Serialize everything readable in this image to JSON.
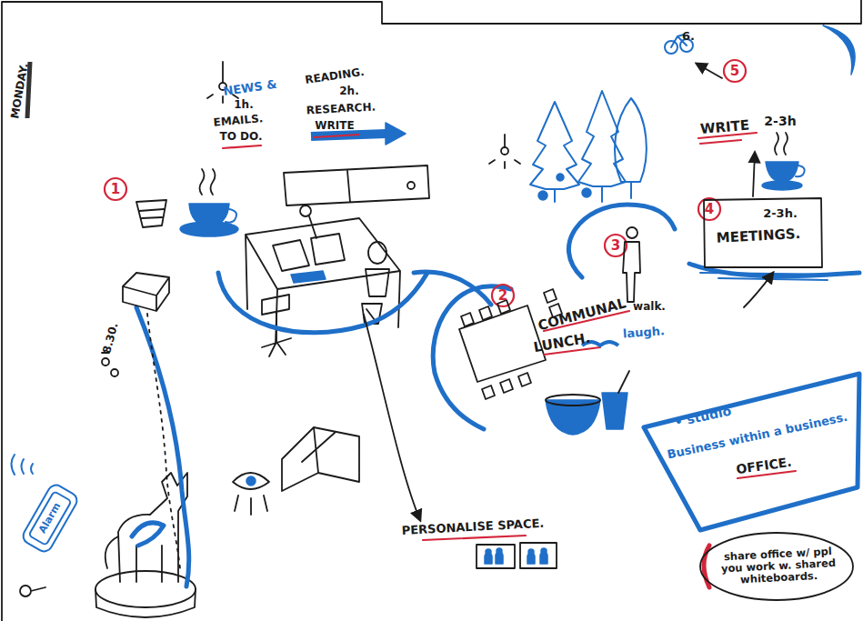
{
  "diagram": {
    "nodes": [
      {
        "text": [
          "MEETINGS.",
          "2-3h."
        ]
      },
      {
        "text": [
          "• studio",
          "Business within a business.",
          "OFFICE."
        ]
      },
      {
        "text": [
          "share office w/ ppl you work w. shared whiteboards."
        ]
      }
    ],
    "labels": [
      "MONDAY.",
      "8.30.",
      "Alarm",
      "1",
      "NEWS &",
      "1h.",
      "EMAILS.",
      "TO DO.",
      "READING.",
      "2h.",
      "RESEARCH.",
      "WRITE",
      "2",
      "COMMUNAL",
      "LUNCH.",
      "laugh.",
      "3",
      "walk.",
      "4",
      "WRITE",
      "2-3h",
      "5",
      "6.",
      "PERSONALISE SPACE."
    ]
  }
}
